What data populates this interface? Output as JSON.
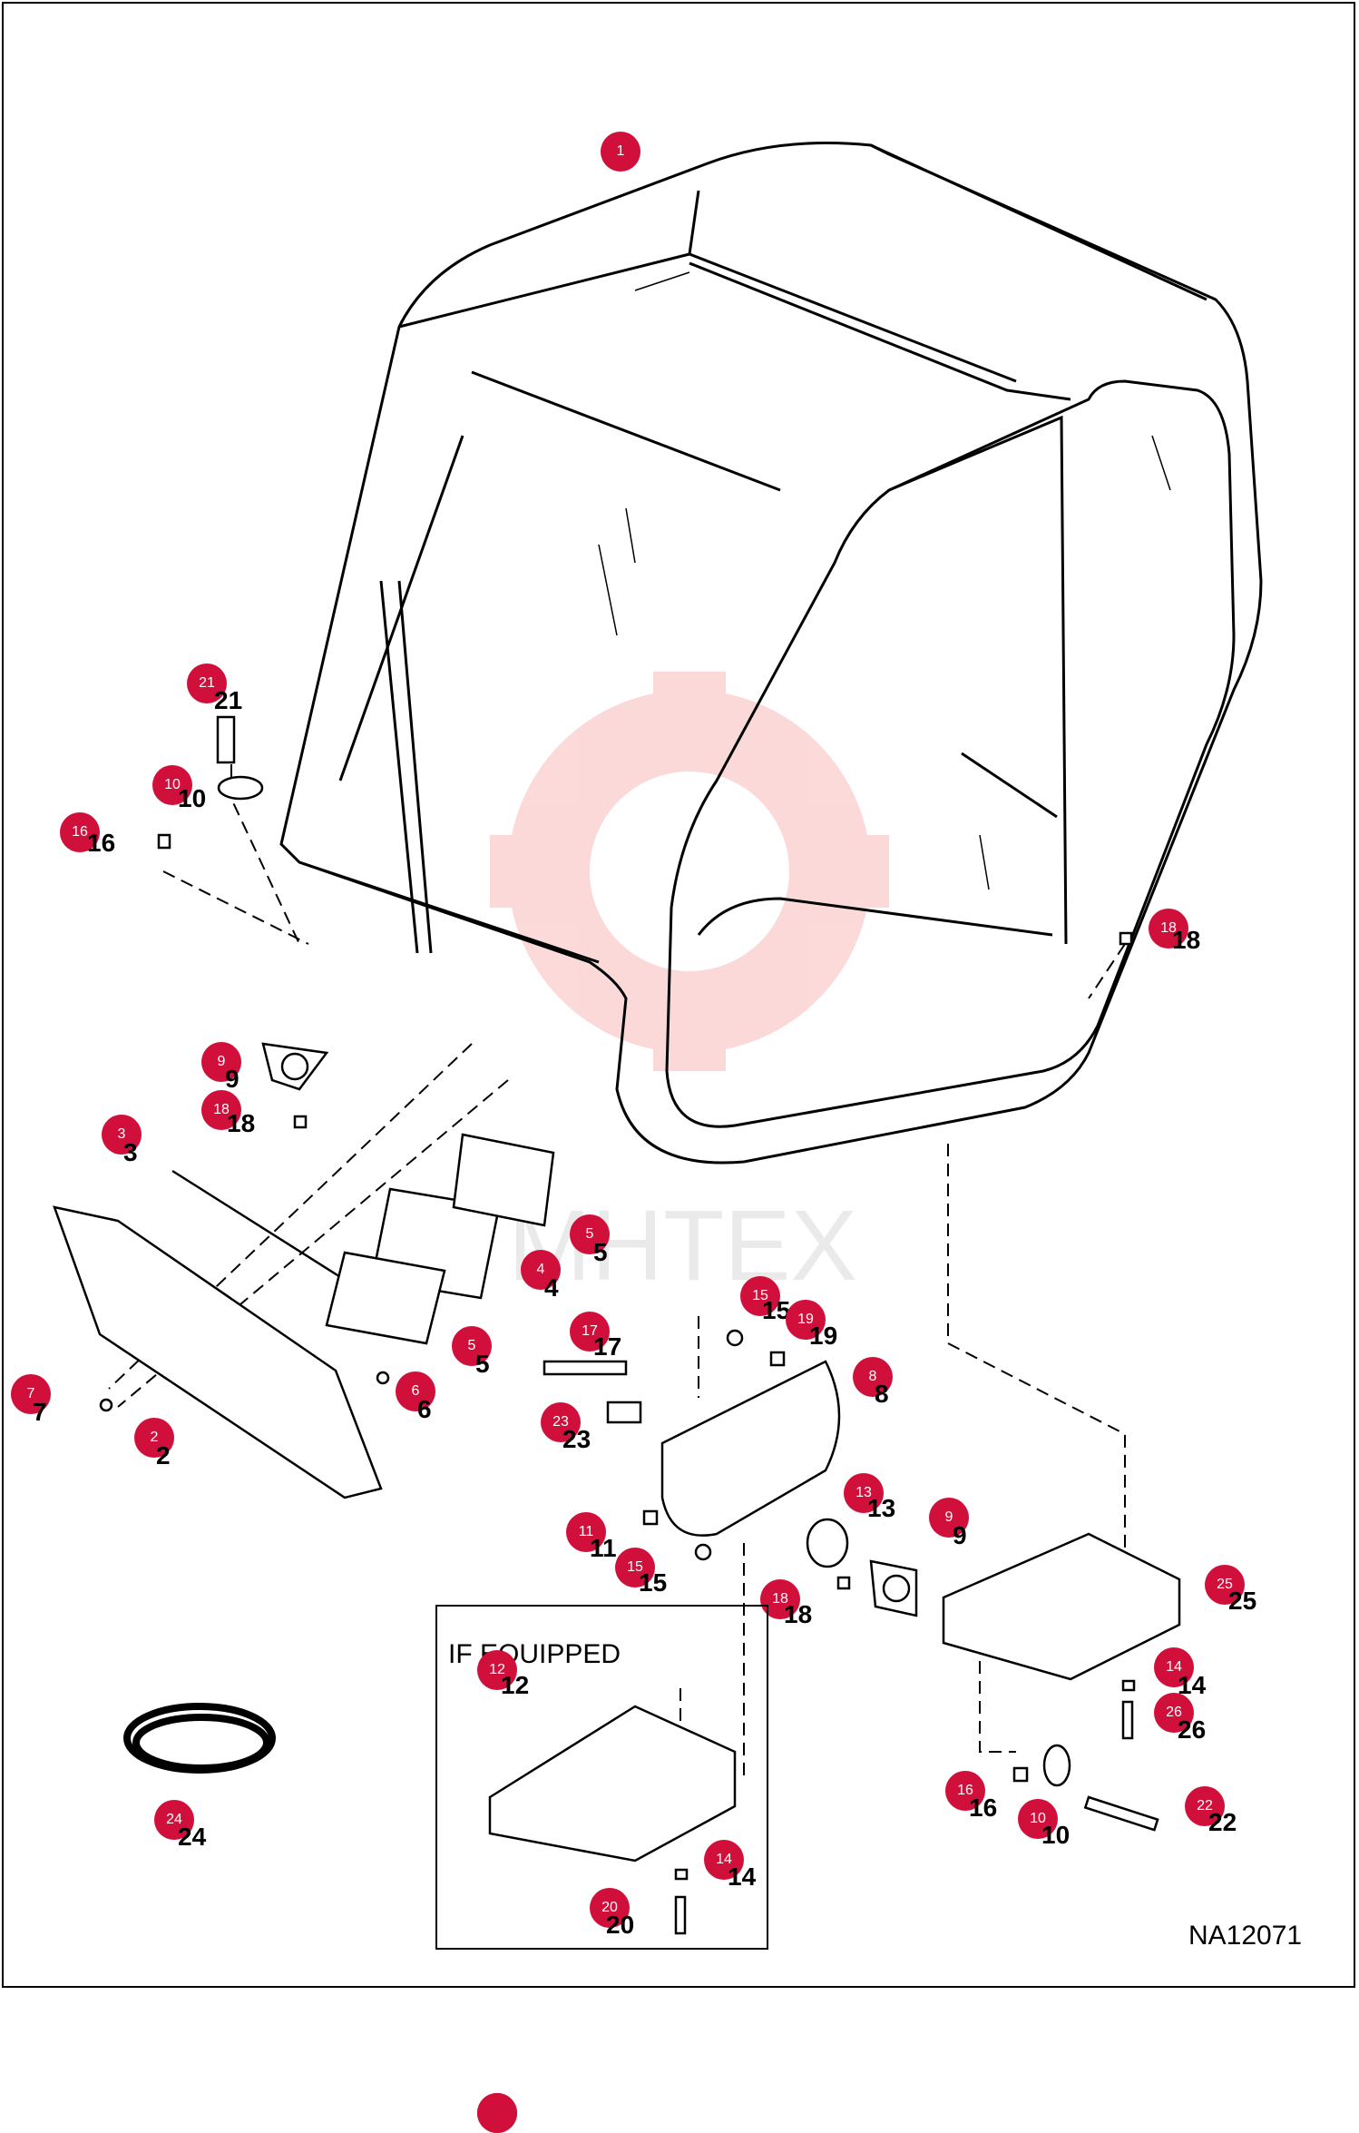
{
  "drawing_id": "NA12071",
  "inset_label": "IF EQUIPPED",
  "watermark": "MHTEX",
  "callouts": [
    {
      "ref": "1",
      "label": ""
    },
    {
      "ref": "21",
      "label": "21"
    },
    {
      "ref": "10",
      "label": "10"
    },
    {
      "ref": "16",
      "label": "16"
    },
    {
      "ref": "9",
      "label": "9"
    },
    {
      "ref": "18",
      "label": "18"
    },
    {
      "ref": "3",
      "label": "3"
    },
    {
      "ref": "5",
      "label": "5"
    },
    {
      "ref": "4",
      "label": "4"
    },
    {
      "ref": "5",
      "label": "5"
    },
    {
      "ref": "7",
      "label": "7"
    },
    {
      "ref": "6",
      "label": "6"
    },
    {
      "ref": "2",
      "label": "2"
    },
    {
      "ref": "18",
      "label": "18"
    },
    {
      "ref": "15",
      "label": "15"
    },
    {
      "ref": "19",
      "label": "19"
    },
    {
      "ref": "17",
      "label": "17"
    },
    {
      "ref": "8",
      "label": "8"
    },
    {
      "ref": "23",
      "label": "23"
    },
    {
      "ref": "13",
      "label": "13"
    },
    {
      "ref": "9",
      "label": "9"
    },
    {
      "ref": "11",
      "label": "11"
    },
    {
      "ref": "15",
      "label": "15"
    },
    {
      "ref": "18",
      "label": "18"
    },
    {
      "ref": "25",
      "label": "25"
    },
    {
      "ref": "14",
      "label": "14"
    },
    {
      "ref": "26",
      "label": "26"
    },
    {
      "ref": "16",
      "label": "16"
    },
    {
      "ref": "10",
      "label": "10"
    },
    {
      "ref": "22",
      "label": "22"
    },
    {
      "ref": "12",
      "label": "12"
    },
    {
      "ref": "14",
      "label": "14"
    },
    {
      "ref": "20",
      "label": "20"
    },
    {
      "ref": "24",
      "label": "24"
    }
  ]
}
